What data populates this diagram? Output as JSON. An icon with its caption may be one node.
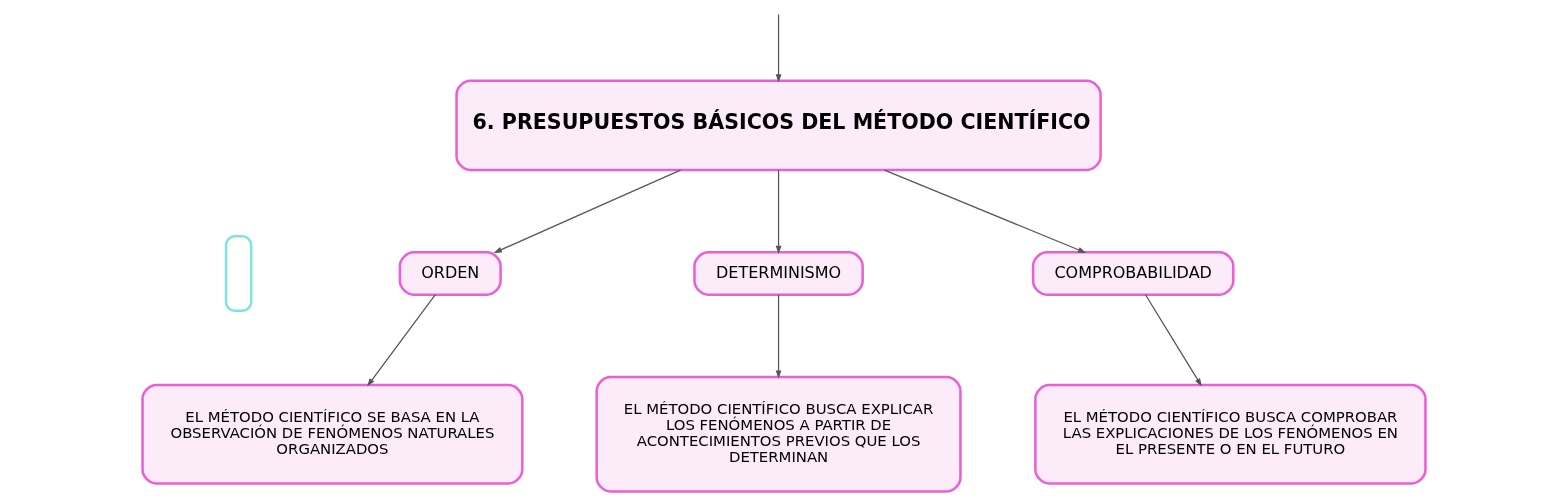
{
  "diagram": {
    "nodes": [
      {
        "text": [
          "6. PRESUPUESTOS BÁSICOS DEL MÉTODO CIENTÍFICO"
        ]
      },
      {
        "text": [
          "ORDEN"
        ]
      },
      {
        "text": [
          "DETERMINISMO"
        ]
      },
      {
        "text": [
          "COMPROBABILIDAD"
        ]
      },
      {
        "text": [
          "EL MÉTODO CIENTÍFICO SE BASA EN LA OBSERVACIÓN DE FENÓMENOS NATURALES ORGANIZADOS"
        ]
      },
      {
        "text": [
          "EL MÉTODO CIENTÍFICO BUSCA EXPLICAR LOS FENÓMENOS A PARTIR DE ACONTECIMIENTOS PREVIOS QUE LOS DETERMINAN"
        ]
      },
      {
        "text": [
          "EL MÉTODO CIENTÍFICO BUSCA COMPROBAR LAS EXPLICACIONES DE LOS FENÓMENOS EN EL PRESENTE O EN EL FUTURO"
        ]
      },
      {
        "text": [],
        "shape": "box"
      }
    ],
    "edges": [
      {
        "from": null,
        "to": 0,
        "arrow": "to"
      },
      {
        "from": 0,
        "to": 1,
        "arrow": "to"
      },
      {
        "from": 0,
        "to": 2,
        "arrow": "to"
      },
      {
        "from": 0,
        "to": 3,
        "arrow": "to"
      },
      {
        "from": 1,
        "to": 4,
        "arrow": "to"
      },
      {
        "from": 2,
        "to": 5,
        "arrow": "to"
      },
      {
        "from": 3,
        "to": 6,
        "arrow": "to"
      }
    ]
  }
}
